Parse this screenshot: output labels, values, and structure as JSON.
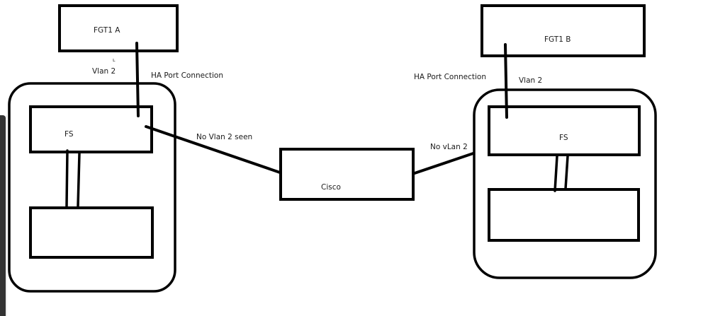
{
  "diagram": {
    "left_site": {
      "firewall_label": "FGT1 A",
      "switch_label": "FS",
      "lower_device_label": "",
      "vlan_label": "Vlan 2",
      "ha_label": "HA Port Connection",
      "uplink_label": "No Vlan 2 seen"
    },
    "core": {
      "switch_label": "Cisco"
    },
    "right_site": {
      "firewall_label": "FGT1 B",
      "switch_label": "FS",
      "lower_device_label": "",
      "vlan_label": "Vlan 2",
      "ha_label": "HA Port Connection",
      "uplink_label": "No vLan 2"
    },
    "stray_mark": "ʟ",
    "colors": {
      "stroke": "#000000",
      "background": "#ffffff",
      "text": "#1a1a1a",
      "sidebar": "#333333"
    }
  }
}
